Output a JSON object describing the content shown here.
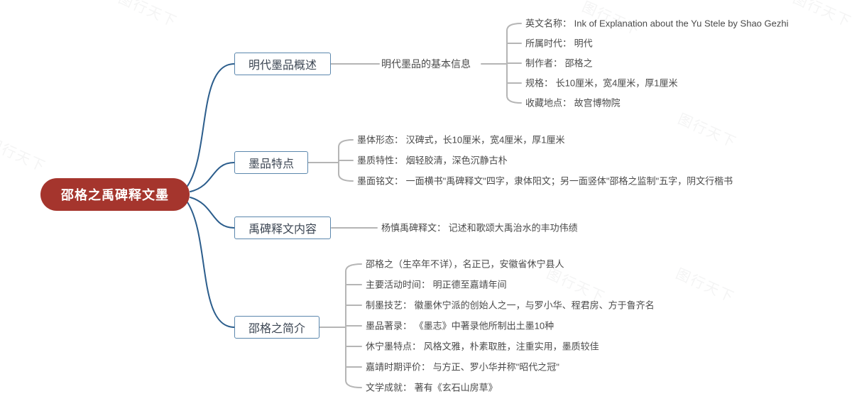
{
  "colors": {
    "root_bg": "#a5352d",
    "root_text": "#ffffff",
    "branch_border": "#5b87ad",
    "branch_text": "#3c4653",
    "curve_blue": "#2b5d8c",
    "line_gray": "#b5b5b5",
    "leaf_text": "#4a4a4a",
    "watermark_color": "#8a8f94"
  },
  "watermark": {
    "text": "图行天下"
  },
  "root": {
    "label": "邵格之禹碑释文墨"
  },
  "branches": [
    {
      "label": "明代墨品概述",
      "child": {
        "label": "明代墨品的基本信息",
        "leaves": [
          "英文名称： Ink of Explanation about the Yu Stele by Shao Gezhi",
          "所属时代： 明代",
          "制作者： 邵格之",
          "规格： 长10厘米，宽4厘米，厚1厘米",
          "收藏地点： 故宫博物院"
        ]
      }
    },
    {
      "label": "墨品特点",
      "leaves": [
        "墨体形态： 汉碑式，长10厘米，宽4厘米，厚1厘米",
        "墨质特性： 烟轻胶清，深色沉静古朴",
        "墨面铭文： 一面横书\"禹碑释文\"四字，隶体阳文；另一面竖体\"邵格之监制\"五字，阴文行楷书"
      ]
    },
    {
      "label": "禹碑释文内容",
      "leaves": [
        "杨慎禹碑释文： 记述和歌颂大禹治水的丰功伟绩"
      ]
    },
    {
      "label": "邵格之简介",
      "leaves": [
        "邵格之（生卒年不详），名正已，安徽省休宁县人",
        "主要活动时间： 明正德至嘉靖年间",
        "制墨技艺： 徽墨休宁派的创始人之一，与罗小华、程君房、方于鲁齐名",
        "墨品著录： 《墨志》中著录他所制出土墨10种",
        "休宁墨特点： 风格文雅，朴素取胜，注重实用，墨质较佳",
        "嘉靖时期评价： 与方正、罗小华并称\"昭代之冠\"",
        "文学成就： 著有《玄石山房草》"
      ]
    }
  ]
}
